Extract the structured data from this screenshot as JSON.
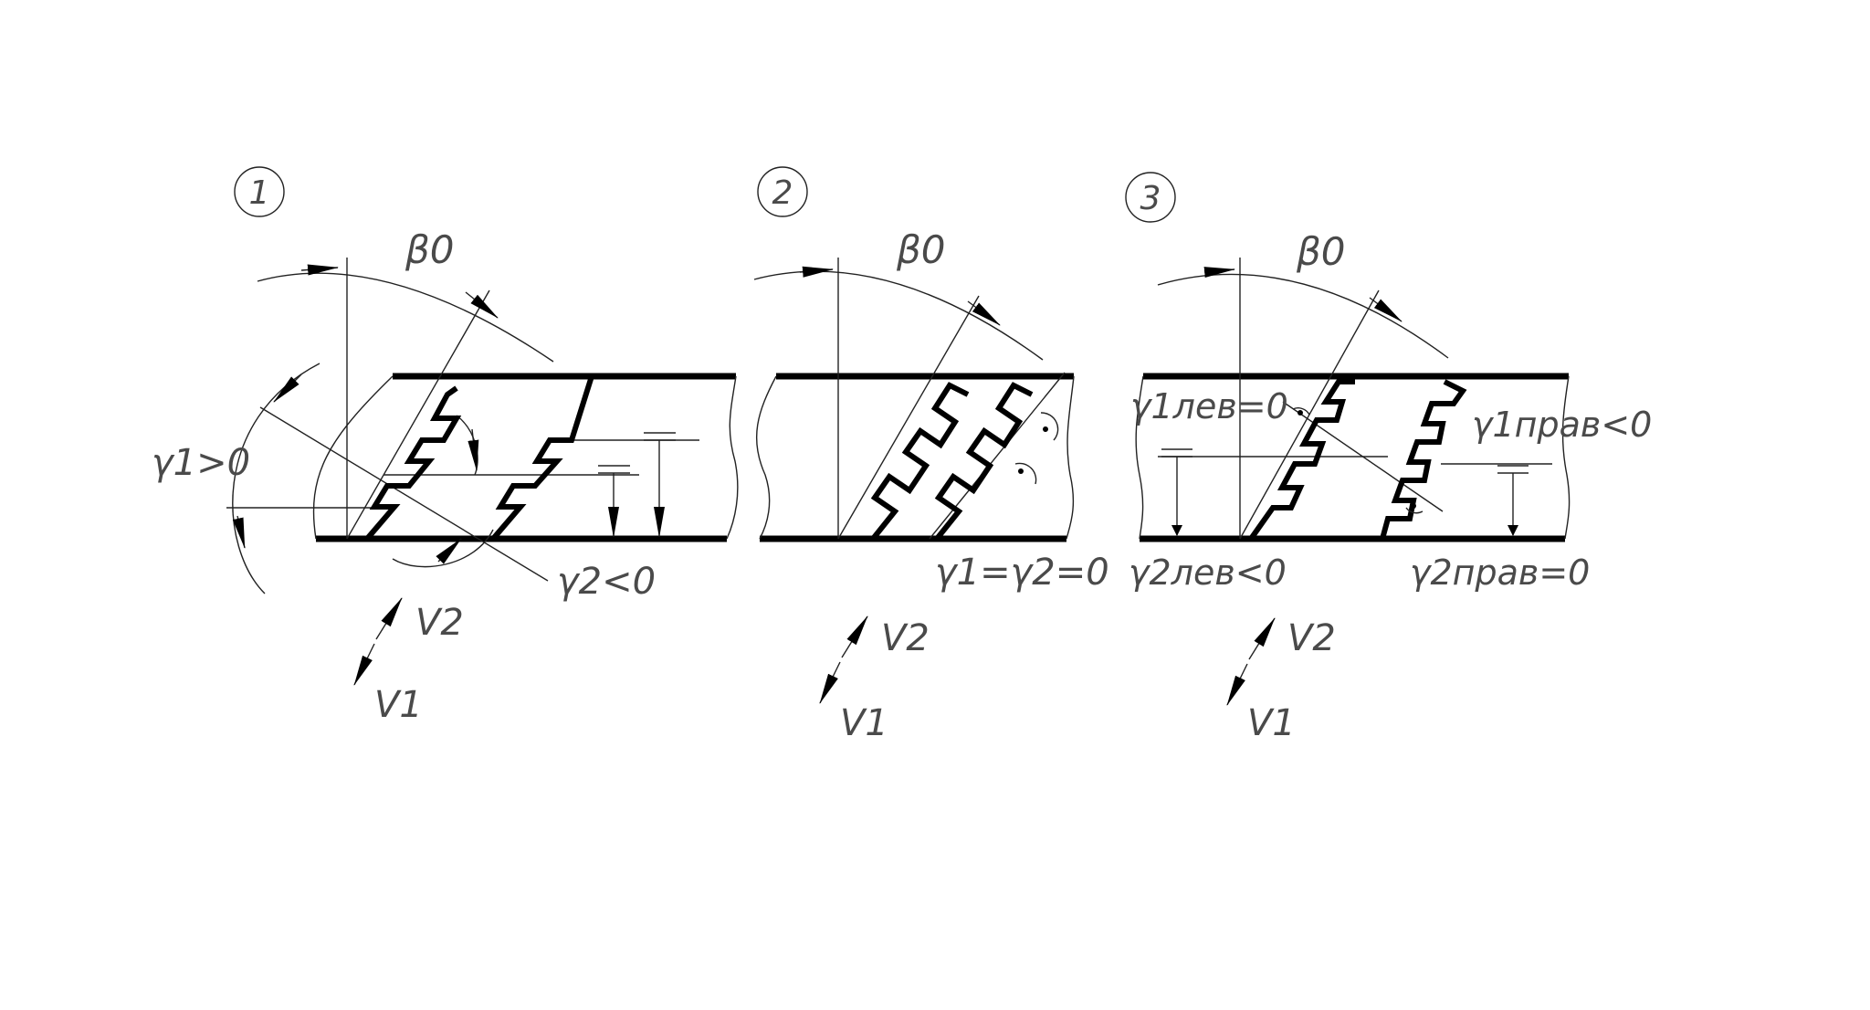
{
  "figure": {
    "panels": [
      {
        "number": "1",
        "beta": "β0",
        "gamma1": "γ1>0",
        "gamma2": "γ2<0",
        "v2": "V2",
        "v1": "V1"
      },
      {
        "number": "2",
        "beta": "β0",
        "gamma_eq": "γ1=γ2=0",
        "v2": "V2",
        "v1": "V1"
      },
      {
        "number": "3",
        "beta": "β0",
        "gamma1_left": "γ1лев=0",
        "gamma1_right": "γ1прав<0",
        "gamma2_left": "γ2лев<0",
        "gamma2_right": "γ2прав=0",
        "v2": "V2",
        "v1": "V1"
      }
    ]
  },
  "colors": {
    "ink": "#000000",
    "text": "#4a4a4a",
    "background": "#ffffff"
  }
}
